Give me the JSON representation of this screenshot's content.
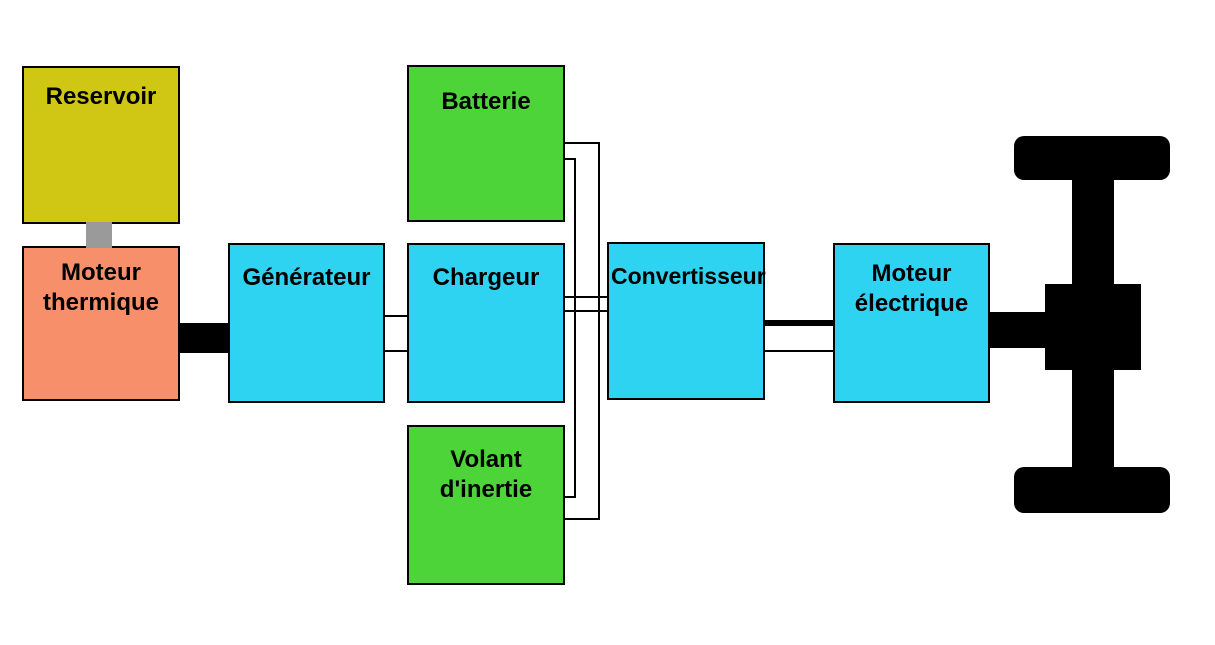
{
  "diagram_type": "block-diagram",
  "subject": "Series hybrid vehicle powertrain",
  "colors": {
    "reservoir_fill": "#cfc713",
    "engine_fill": "#f7906a",
    "electric_fill": "#2ed3f2",
    "storage_fill": "#4cd438",
    "line_color": "#000000",
    "pipe_color": "#9a9a9a",
    "background": "#ffffff"
  },
  "blocks": [
    {
      "id": "reservoir",
      "label": "Reservoir"
    },
    {
      "id": "moteur-thermique",
      "label": "Moteur thermique"
    },
    {
      "id": "generateur",
      "label": "Générateur"
    },
    {
      "id": "batterie",
      "label": "Batterie"
    },
    {
      "id": "chargeur",
      "label": "Chargeur"
    },
    {
      "id": "volant-inertie",
      "label": "Volant d'inertie"
    },
    {
      "id": "convertisseur",
      "label": "Convertisseur"
    },
    {
      "id": "moteur-electrique",
      "label": "Moteur électrique"
    }
  ],
  "connections": [
    {
      "from": "reservoir",
      "to": "moteur-thermique",
      "style": "gray-pipe"
    },
    {
      "from": "moteur-thermique",
      "to": "generateur",
      "style": "thick-shaft"
    },
    {
      "from": "generateur",
      "to": "chargeur",
      "style": "double-wire"
    },
    {
      "from": "chargeur",
      "to": "convertisseur",
      "style": "double-wire"
    },
    {
      "from": "batterie",
      "to": "chargeur-bus",
      "style": "thin-wire"
    },
    {
      "from": "volant-inertie",
      "to": "chargeur-bus",
      "style": "thin-wire"
    },
    {
      "from": "convertisseur",
      "to": "moteur-electrique",
      "style": "double-wire"
    },
    {
      "from": "moteur-electrique",
      "to": "wheel-axle",
      "style": "thick-shaft"
    }
  ]
}
